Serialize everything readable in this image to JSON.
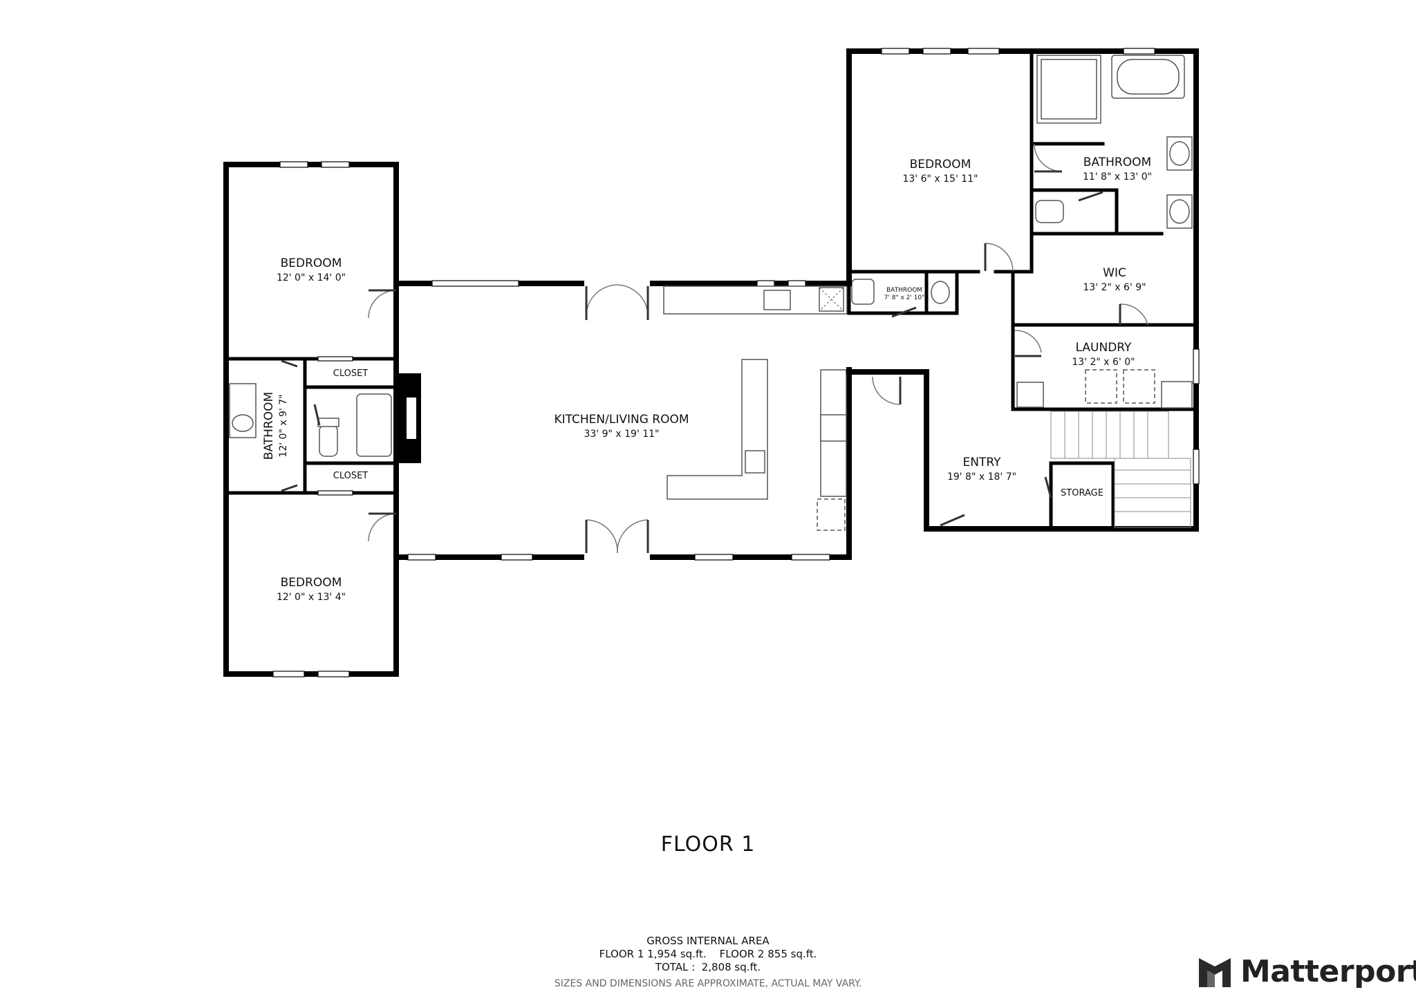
{
  "floor": {
    "title": "FLOOR 1"
  },
  "rooms": {
    "bedroom_nw": {
      "name": "BEDROOM",
      "dims": "12' 0\" x 14' 0\""
    },
    "bedroom_sw": {
      "name": "BEDROOM",
      "dims": "12' 0\" x 13' 4\""
    },
    "bathroom_w": {
      "name": "BATHROOM",
      "dims": "12' 0\" x 9' 7\""
    },
    "closet_n": {
      "name": "CLOSET"
    },
    "closet_s": {
      "name": "CLOSET"
    },
    "kitchen_living": {
      "name": "KITCHEN/LIVING ROOM",
      "dims": "33' 9\" x 19' 11\""
    },
    "bedroom_ne": {
      "name": "BEDROOM",
      "dims": "13' 6\" x 15' 11\""
    },
    "bathroom_ne": {
      "name": "BATHROOM",
      "dims": "11' 8\" x 13' 0\""
    },
    "bathroom_small": {
      "name": "BATHROOM",
      "dims": "7' 8\" x 2' 10\""
    },
    "wic": {
      "name": "WIC",
      "dims": "13' 2\" x 6' 9\""
    },
    "laundry": {
      "name": "LAUNDRY",
      "dims": "13' 2\" x 6' 0\""
    },
    "entry": {
      "name": "ENTRY",
      "dims": "19' 8\" x 18' 7\""
    },
    "storage": {
      "name": "STORAGE"
    }
  },
  "area": {
    "heading": "GROSS INTERNAL AREA",
    "floors_line": "FLOOR 1 1,954 sq.ft.    FLOOR 2 855 sq.ft.",
    "total_line": "TOTAL :  2,808 sq.ft.",
    "note": "SIZES AND DIMENSIONS ARE APPROXIMATE, ACTUAL MAY VARY."
  },
  "brand": {
    "name": "Matterport"
  }
}
